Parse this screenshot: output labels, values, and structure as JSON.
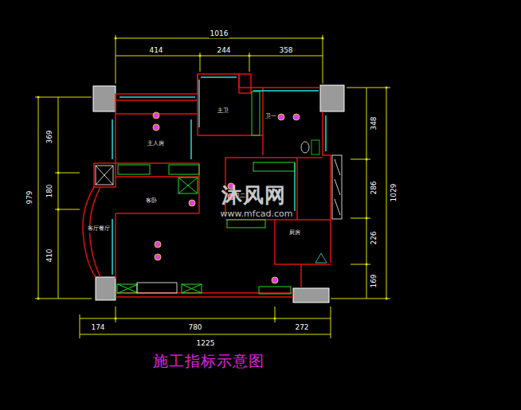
{
  "diagram": {
    "caption": "施工指标示意图",
    "labels": [
      "1016",
      "414",
      "244",
      "358",
      "979",
      "369",
      "180",
      "410",
      "1029",
      "348",
      "286",
      "226",
      "169",
      "174",
      "780",
      "272",
      "1225",
      "主人房",
      "主卫",
      "卫一",
      "客卧",
      "卫二",
      "厨房",
      "客厅餐厅",
      "沐风网",
      "www.mfcad.com"
    ]
  }
}
